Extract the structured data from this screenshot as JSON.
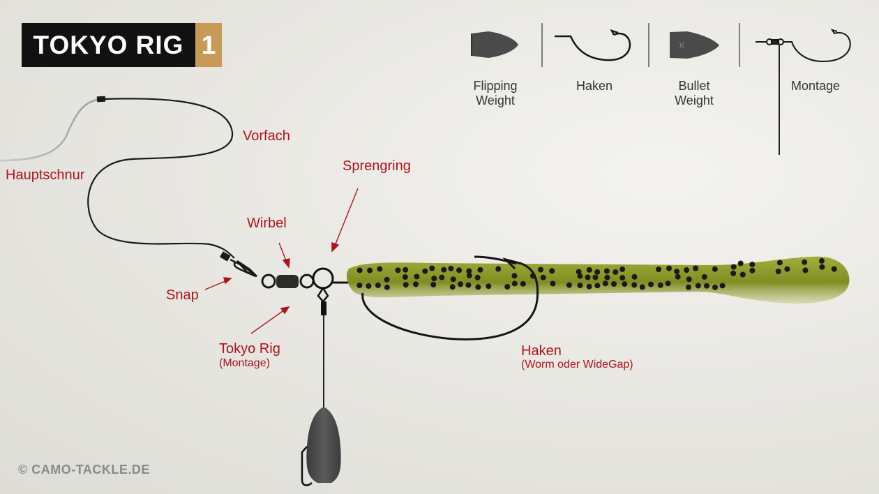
{
  "title": {
    "text": "TOKYO RIG",
    "number": "1"
  },
  "labels": {
    "hauptschnur": "Hauptschnur",
    "vorfach": "Vorfach",
    "sprengring": "Sprengring",
    "wirbel": "Wirbel",
    "snap": "Snap",
    "tokyo_rig": "Tokyo Rig",
    "tokyo_rig_sub": "(Montage)",
    "haken": "Haken",
    "haken_sub": "(Worm oder WideGap)"
  },
  "legend": [
    {
      "icon": "flipping-weight-icon",
      "label_line1": "Flipping",
      "label_line2": "Weight"
    },
    {
      "icon": "hook-icon",
      "label_line1": "Haken",
      "label_line2": ""
    },
    {
      "icon": "bullet-weight-icon",
      "label_line1": "Bullet",
      "label_line2": "Weight"
    },
    {
      "icon": "rig-assembly-icon",
      "label_line1": "Montage",
      "label_line2": ""
    }
  ],
  "copyright": "© CAMO-TACKLE.DE",
  "colors": {
    "label_red": "#b0121b",
    "title_bg": "#111111",
    "title_accent": "#c89a58",
    "worm_green": "#8a9a2a",
    "weight_gray": "#4a4a4a"
  }
}
